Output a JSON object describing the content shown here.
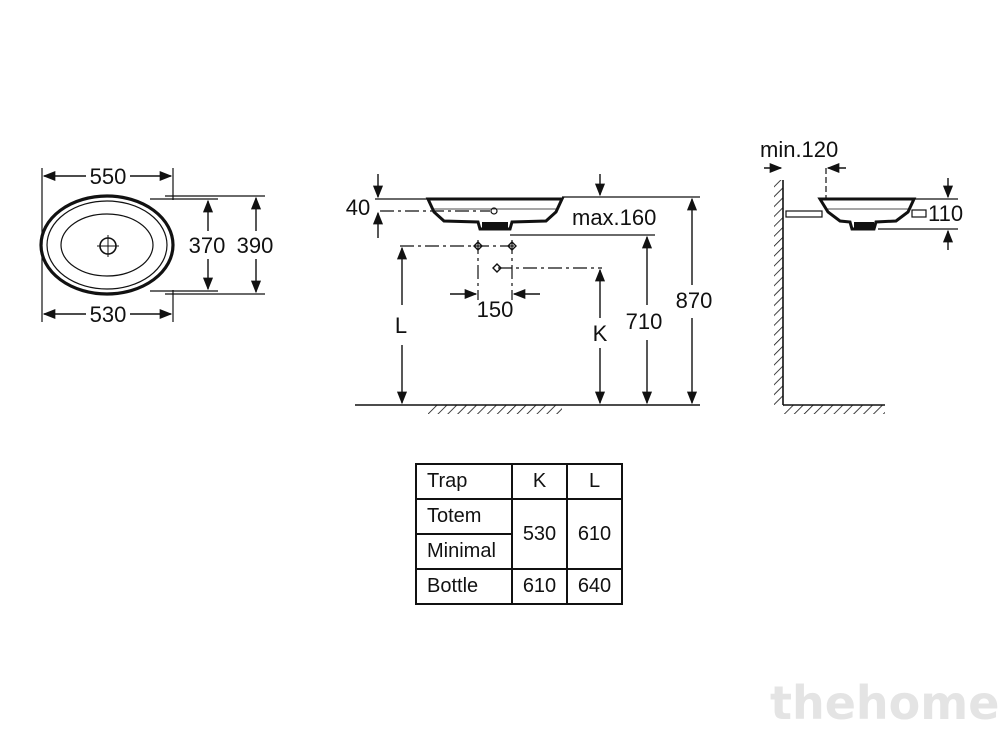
{
  "top_view": {
    "outer_width": "550",
    "inner_width": "530",
    "inner_depth": "370",
    "outer_depth": "390"
  },
  "front_view": {
    "rim_height": "40",
    "max_depth": "max.160",
    "drain_spacing": "150",
    "label_L": "L",
    "label_K": "K",
    "height_710": "710",
    "height_870": "870"
  },
  "side_view": {
    "min_wall": "min.120",
    "height_110": "110"
  },
  "trap_table": {
    "headers": [
      "Trap",
      "K",
      "L"
    ],
    "rows": [
      {
        "name": "Totem"
      },
      {
        "name": "Minimal"
      },
      {
        "name": "Bottle",
        "k": "610",
        "l": "640"
      }
    ],
    "merged": {
      "k": "530",
      "l": "610"
    }
  },
  "watermark": "thehome"
}
